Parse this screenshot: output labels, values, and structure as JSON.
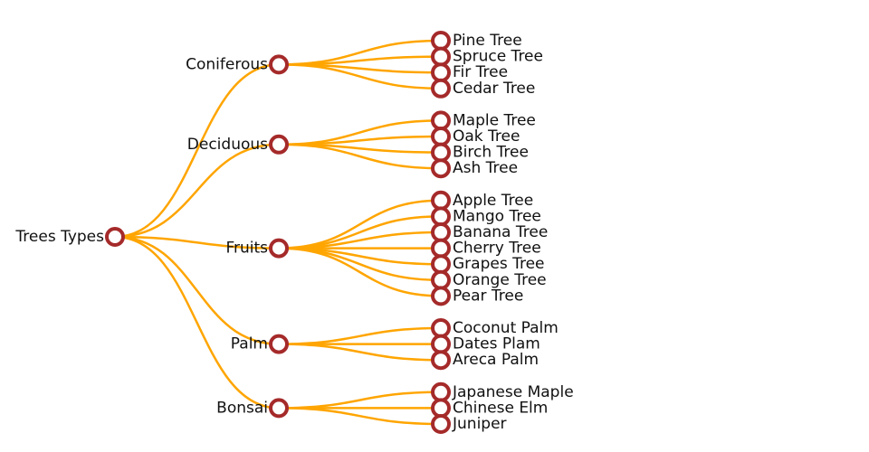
{
  "tree": {
    "name": "Trees Types",
    "children": [
      {
        "name": "Coniferous",
        "children": [
          {
            "name": "Pine Tree"
          },
          {
            "name": "Spruce Tree"
          },
          {
            "name": "Fir Tree"
          },
          {
            "name": "Cedar Tree"
          }
        ]
      },
      {
        "name": "Deciduous",
        "children": [
          {
            "name": "Maple Tree"
          },
          {
            "name": "Oak Tree"
          },
          {
            "name": "Birch Tree"
          },
          {
            "name": "Ash Tree"
          }
        ]
      },
      {
        "name": "Fruits",
        "children": [
          {
            "name": "Apple Tree"
          },
          {
            "name": "Mango Tree"
          },
          {
            "name": "Banana Tree"
          },
          {
            "name": "Cherry Tree"
          },
          {
            "name": "Grapes Tree"
          },
          {
            "name": "Orange Tree"
          },
          {
            "name": "Pear Tree"
          }
        ]
      },
      {
        "name": "Palm",
        "children": [
          {
            "name": "Coconut Palm"
          },
          {
            "name": "Dates Plam"
          },
          {
            "name": "Areca Palm"
          }
        ]
      },
      {
        "name": "Bonsai",
        "children": [
          {
            "name": "Japanese Maple"
          },
          {
            "name": "Chinese Elm"
          },
          {
            "name": "Juniper"
          }
        ]
      }
    ]
  },
  "colors": {
    "link": "#ffa500",
    "node_stroke": "#a52a2a",
    "node_fill": "#ffffff",
    "text": "#111111"
  }
}
